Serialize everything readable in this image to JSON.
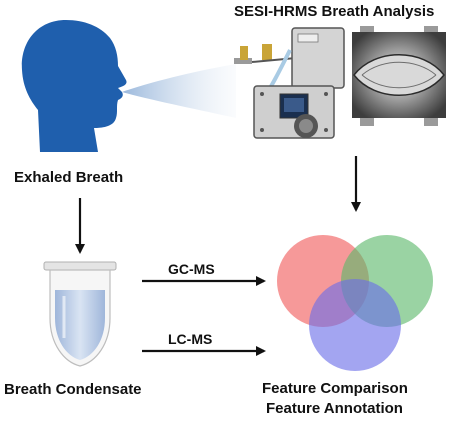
{
  "title": "SESI-HRMS Breath Analysis",
  "labels": {
    "exhaled": "Exhaled Breath",
    "condensate": "Breath Condensate",
    "gcms": "GC-MS",
    "lcms": "LC-MS",
    "comparison": "Feature Comparison",
    "annotation": "Feature Annotation"
  },
  "colors": {
    "head": "#1f5fad",
    "breath_plume": "#c4d4e8",
    "venn_red": "#f05a5a",
    "venn_green": "#5cb86a",
    "venn_blue": "#6a6ee8",
    "tube_liquid": "#b8cbe6",
    "arrow": "#111111"
  },
  "icons": [
    "head-silhouette-icon",
    "sesi-instrument-icon",
    "ion-source-image",
    "sample-tube-icon",
    "venn-diagram"
  ]
}
